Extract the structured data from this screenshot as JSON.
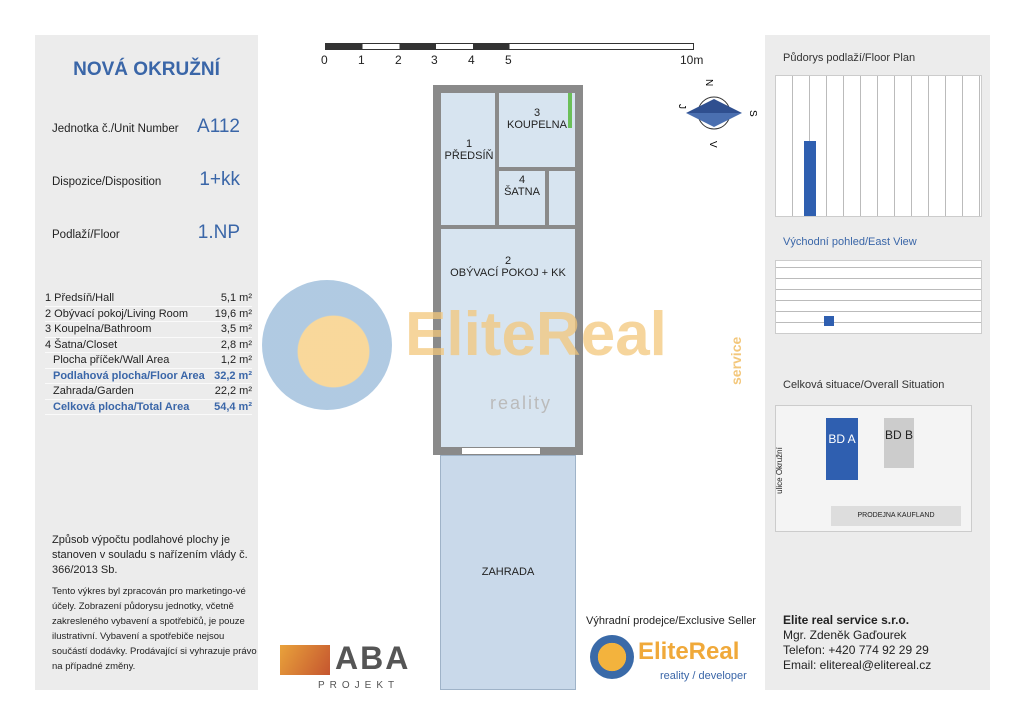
{
  "project_title": "NOVÁ OKRUŽNÍ",
  "unit": {
    "label": "Jednotka č./Unit Number",
    "value": "A112"
  },
  "disposition": {
    "label": "Dispozice/Disposition",
    "value": "1+kk"
  },
  "floor": {
    "label": "Podlaží/Floor",
    "value": "1.NP"
  },
  "areas": [
    {
      "name": "1 Předsíň/Hall",
      "value": "5,1 m²"
    },
    {
      "name": "2 Obývací pokoj/Living Room",
      "value": "19,6 m²"
    },
    {
      "name": "3 Koupelna/Bathroom",
      "value": "3,5 m²"
    },
    {
      "name": "4 Šatna/Closet",
      "value": "2,8 m²"
    },
    {
      "name": "Plocha příček/Wall Area",
      "value": "1,2 m²"
    },
    {
      "name": "Podlahová plocha/Floor Area",
      "value": "32,2 m²"
    },
    {
      "name": "Zahrada/Garden",
      "value": "22,2 m²"
    },
    {
      "name": "Celková plocha/Total Area",
      "value": "54,4 m²"
    }
  ],
  "note_regulation": "Způsob výpočtu podlahové plochy je stanoven v souladu s nařízením vlády č.  366/2013 Sb.",
  "note_disclaimer": "Tento výkres byl zpracován pro marketingo-vé účely. Zobrazení půdorysu jednotky, včetně zakresleného vybavení a spotřebičů, je pouze ilustrativní. Vybavení a spotřebiče nejsou součástí dodávky. Prodávající si vyhrazuje právo na případné změny.",
  "scale": {
    "ticks": [
      "0",
      "1",
      "2",
      "3",
      "4",
      "5"
    ],
    "end": "10m"
  },
  "rooms": {
    "hall": [
      "1",
      "PŘEDSÍŇ"
    ],
    "bath": [
      "3",
      "KOUPELNA"
    ],
    "closet": [
      "4",
      "ŠATNA"
    ],
    "living": [
      "2",
      "OBÝVACÍ POKOJ + KK"
    ],
    "garden": "ZAHRADA"
  },
  "compass": {
    "n": "N",
    "s": "S",
    "e": "V",
    "w": "J"
  },
  "watermark": {
    "brand": "EliteReal",
    "sub": "reality",
    "service": "service"
  },
  "seller_label": "Výhradní prodejce/Exclusive Seller",
  "seller_logo": {
    "brand": "EliteReal",
    "sub": "reality / developer"
  },
  "developer_logo": {
    "brand": "ABA",
    "sub": "PROJEKT"
  },
  "right": {
    "floor_plan": "Půdorys podlaží/Floor Plan",
    "east_view": "Východní pohled/East View",
    "situation": "Celková situace/Overall Situation",
    "bd_a": "BD A",
    "bd_b": "BD B",
    "street": "ulice Okružní",
    "kaufland": "PRODEJNA KAUFLAND"
  },
  "contact": {
    "company": "Elite real service s.r.o.",
    "person": "Mgr. Zdeněk Gaďourek",
    "phone": "Telefon: +420 774 92 29 29",
    "email": "Email: elitereal@elitereal.cz"
  }
}
